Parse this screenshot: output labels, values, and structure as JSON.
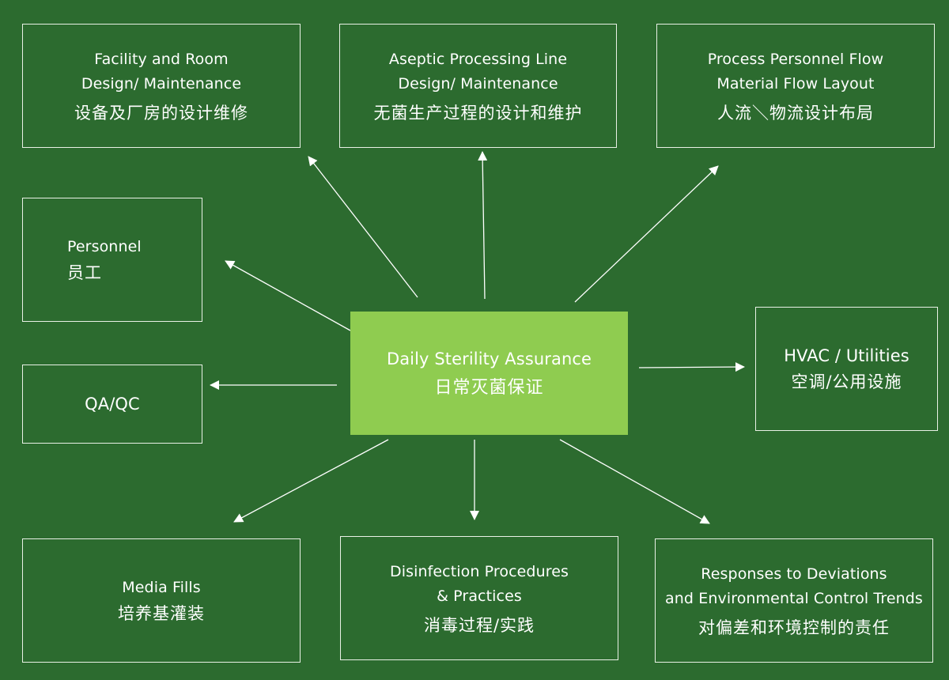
{
  "center": {
    "en": "Daily Sterility Assurance",
    "zh": "日常灭菌保证"
  },
  "nodes": {
    "facility": {
      "en1": "Facility and Room",
      "en2": "Design/ Maintenance",
      "zh": "设备及厂房的设计维修"
    },
    "aseptic": {
      "en1": "Aseptic Processing Line",
      "en2": "Design/ Maintenance",
      "zh": "无菌生产过程的设计和维护"
    },
    "process": {
      "en1": "Process Personnel  Flow",
      "en2": "Material  Flow Layout",
      "zh": "人流＼物流设计布局"
    },
    "personnel": {
      "en1": "Personnel",
      "zh": "员工"
    },
    "qaqc": {
      "en1": "QA/QC"
    },
    "hvac": {
      "en1": "HVAC / Utilities",
      "zh": "空调/公用设施"
    },
    "media": {
      "en1": "Media Fills",
      "zh": "培养基灌装"
    },
    "disinfection": {
      "en1": "Disinfection Procedures",
      "en2": "&  Practices",
      "zh": "消毒过程/实践"
    },
    "responses": {
      "en1": "Responses to Deviations",
      "en2": "and Environmental Control Trends",
      "zh": "对偏差和环境控制的责任"
    }
  },
  "colors": {
    "background": "#2c6b2f",
    "center_fill": "#8fcc50",
    "border": "#e9f1e6",
    "arrow": "#ffffff",
    "text": "#ffffff"
  }
}
